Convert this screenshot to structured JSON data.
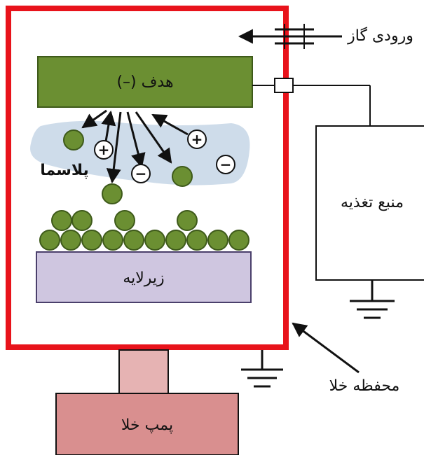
{
  "labels": {
    "target": "هدف (–)",
    "plasma": "پلاسما",
    "substrate": "زیرلایه",
    "gas_inlet": "ورودی گاز",
    "power_supply": "منبع تغذیه",
    "vacuum_chamber": "محفظه خلا",
    "vacuum_pump": "پمپ خلا"
  },
  "ion_symbols": {
    "positive": "+",
    "negative": "−"
  },
  "colors": {
    "chamber_border": "#e8131b",
    "target_fill": "#6b8f32",
    "particle_fill": "#6b8f32",
    "plasma_fill": "#c9d8e8",
    "substrate_fill": "#cfc6e0",
    "pump_fill": "#d98f8f",
    "pump_connector_fill": "#e6b3b3"
  }
}
